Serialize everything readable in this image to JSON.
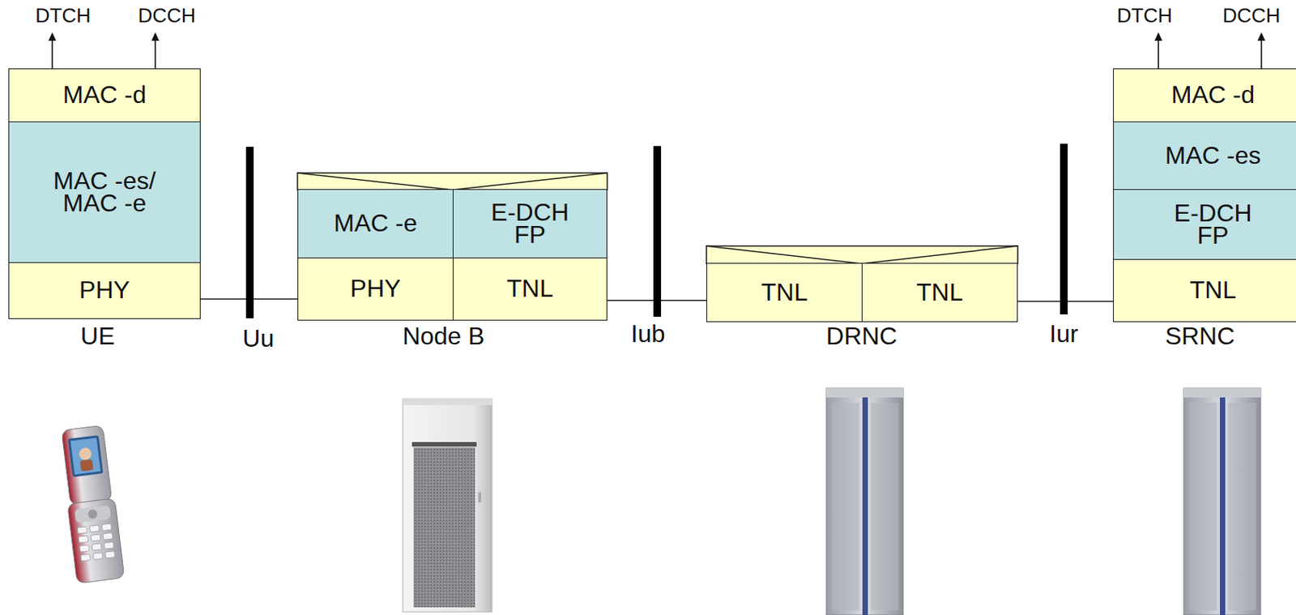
{
  "diagram": {
    "nodes": [
      {
        "text": [
          "MAC -d"
        ]
      },
      {
        "text": [
          "MAC -es/ MAC -e"
        ]
      },
      {
        "text": [
          "PHY"
        ]
      },
      {
        "text": [
          "MAC -e"
        ]
      },
      {
        "text": [
          "E-DCH FP"
        ]
      },
      {
        "text": [
          "PHY"
        ]
      },
      {
        "text": [
          "TNL"
        ]
      },
      {
        "text": [
          "TNL"
        ]
      },
      {
        "text": [
          "TNL"
        ]
      },
      {
        "text": [
          "MAC -d"
        ]
      },
      {
        "text": [
          "MAC -es"
        ]
      },
      {
        "text": [
          "E-DCH FP"
        ]
      },
      {
        "text": [
          "TNL"
        ]
      }
    ],
    "edges": [
      {
        "from": 2,
        "to": 5,
        "arrow": "none"
      },
      {
        "from": 6,
        "to": 7,
        "arrow": "none"
      },
      {
        "from": 8,
        "to": 12,
        "arrow": "none"
      }
    ],
    "labels": [
      "DTCH",
      "DCCH",
      "DTCH",
      "DCCH",
      "UE",
      "Uu",
      "Node B",
      "Iub",
      "DRNC",
      "Iur",
      "SRNC"
    ]
  }
}
